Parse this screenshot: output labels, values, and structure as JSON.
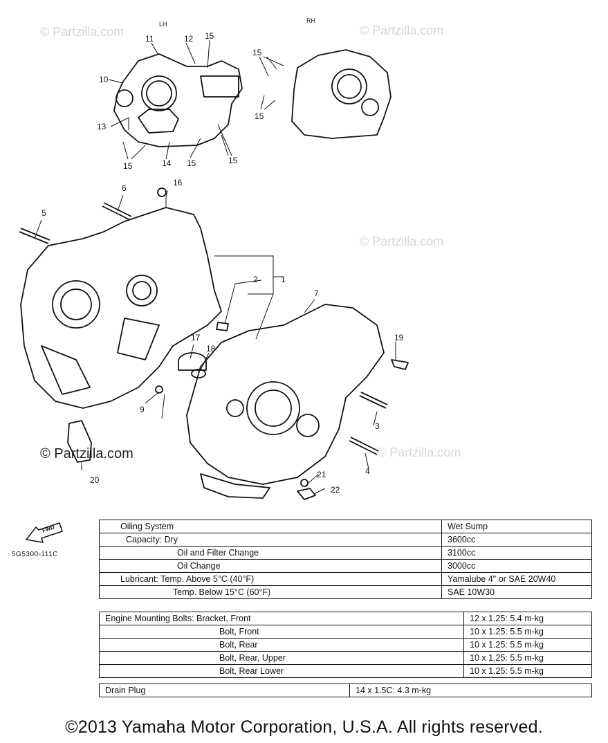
{
  "diagram": {
    "side_labels": {
      "lh": "LH",
      "rh": "RH"
    },
    "callouts": [
      "1",
      "2",
      "3",
      "4",
      "5",
      "6",
      "7",
      "9",
      "10",
      "11",
      "12",
      "13",
      "14",
      "15",
      "16",
      "17",
      "18",
      "19",
      "20",
      "21",
      "22"
    ],
    "watermark": "© Partzilla.com",
    "watermark_prominent": "© Partzilla.com",
    "fwd_label": "FWD",
    "part_number": "5G5300-111C"
  },
  "oiling_table": {
    "rows": [
      {
        "label": "Oiling System",
        "value": "Wet Sump"
      },
      {
        "label": "Capacity: Dry",
        "value": "3600cc"
      },
      {
        "label": "Oil and Filter Change",
        "value": "3100cc"
      },
      {
        "label": "Oil Change",
        "value": "3000cc"
      },
      {
        "label": "Lubricant: Temp. Above 5°C (40°F)",
        "value": "Yamalube 4\" or SAE 20W40"
      },
      {
        "label": "Temp. Below 15°C (60°F)",
        "value": "SAE 10W30"
      }
    ]
  },
  "bolt_table": {
    "rows": [
      {
        "label": "Engine Mounting Bolts: Bracket, Front",
        "value": "12 x 1.25: 5.4 m-kg"
      },
      {
        "label": "Bolt, Front",
        "value": "10 x 1.25: 5.5 m-kg"
      },
      {
        "label": "Bolt, Rear",
        "value": "10 x 1.25: 5.5 m-kg"
      },
      {
        "label": "Bolt, Rear, Upper",
        "value": "10 x 1.25: 5.5 m-kg"
      },
      {
        "label": "Bolt, Rear Lower",
        "value": "10 x 1.25: 5.5 m-kg"
      }
    ]
  },
  "drain_table": {
    "rows": [
      {
        "label": "Drain Plug",
        "value": "14 x 1.5C: 4.3 m-kg"
      }
    ]
  },
  "footer": {
    "copyright": "©2013 Yamaha Motor Corporation, U.S.A. All rights reserved."
  }
}
